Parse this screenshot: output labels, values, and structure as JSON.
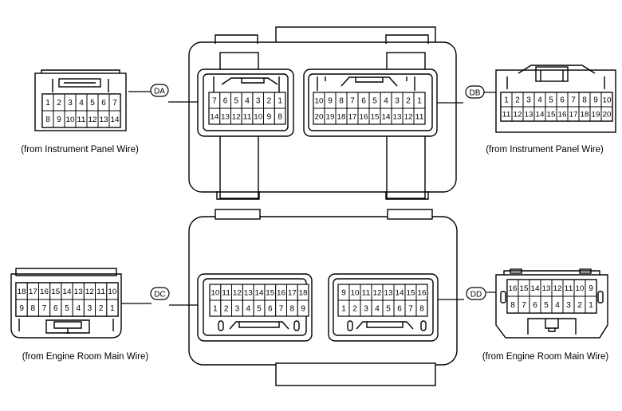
{
  "connectors": {
    "DA": {
      "label": "DA",
      "source": "(from Instrument Panel Wire)",
      "harness_rows": [
        [
          "1",
          "2",
          "3",
          "4",
          "5",
          "6",
          "7"
        ],
        [
          "8",
          "9",
          "10",
          "11",
          "12",
          "13",
          "14"
        ]
      ],
      "block_rows": [
        [
          "7",
          "6",
          "5",
          "4",
          "3",
          "2",
          "1"
        ],
        [
          "14",
          "13",
          "12",
          "11",
          "10",
          "9",
          "8"
        ]
      ]
    },
    "DB": {
      "label": "DB",
      "source": "(from Instrument Panel Wire)",
      "harness_rows": [
        [
          "1",
          "2",
          "3",
          "4",
          "5",
          "6",
          "7",
          "8",
          "9",
          "10"
        ],
        [
          "11",
          "12",
          "13",
          "14",
          "15",
          "16",
          "17",
          "18",
          "19",
          "20"
        ]
      ],
      "block_rows": [
        [
          "10",
          "9",
          "8",
          "7",
          "6",
          "5",
          "4",
          "3",
          "2",
          "1"
        ],
        [
          "20",
          "19",
          "18",
          "17",
          "16",
          "15",
          "14",
          "13",
          "12",
          "11"
        ]
      ]
    },
    "DC": {
      "label": "DC",
      "source": "(from Engine Room Main Wire)",
      "harness_rows": [
        [
          "18",
          "17",
          "16",
          "15",
          "14",
          "13",
          "12",
          "11",
          "10"
        ],
        [
          "9",
          "8",
          "7",
          "6",
          "5",
          "4",
          "3",
          "2",
          "1"
        ]
      ],
      "block_rows": [
        [
          "10",
          "11",
          "12",
          "13",
          "14",
          "15",
          "16",
          "17",
          "18"
        ],
        [
          "1",
          "2",
          "3",
          "4",
          "5",
          "6",
          "7",
          "8",
          "9"
        ]
      ]
    },
    "DD": {
      "label": "DD",
      "source": "(from Engine Room Main Wire)",
      "harness_rows": [
        [
          "16",
          "15",
          "14",
          "13",
          "12",
          "11",
          "10",
          "9"
        ],
        [
          "8",
          "7",
          "6",
          "5",
          "4",
          "3",
          "2",
          "1"
        ]
      ],
      "block_rows": [
        [
          "9",
          "10",
          "11",
          "12",
          "13",
          "14",
          "15",
          "16"
        ],
        [
          "1",
          "2",
          "3",
          "4",
          "5",
          "6",
          "7",
          "8"
        ]
      ]
    }
  }
}
